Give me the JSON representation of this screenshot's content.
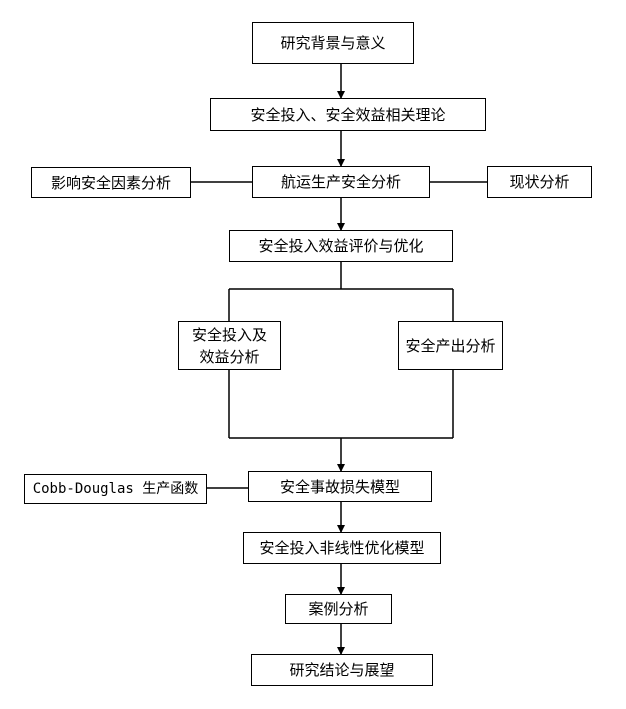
{
  "nodes": {
    "background": "研究背景与意义",
    "theory": "安全投入、安全效益相关理论",
    "influence": "影响安全因素分析",
    "shipping": "航运生产安全分析",
    "status": "现状分析",
    "evaluation": "安全投入效益评价与优化",
    "input_benefit": "安全投入及效益分析",
    "output": "安全产出分析",
    "cobb_douglas": "Cobb-Douglas 生产函数",
    "loss_model": "安全事故损失模型",
    "nonlinear_model": "安全投入非线性优化模型",
    "case": "案例分析",
    "conclusion": "研究结论与展望"
  }
}
